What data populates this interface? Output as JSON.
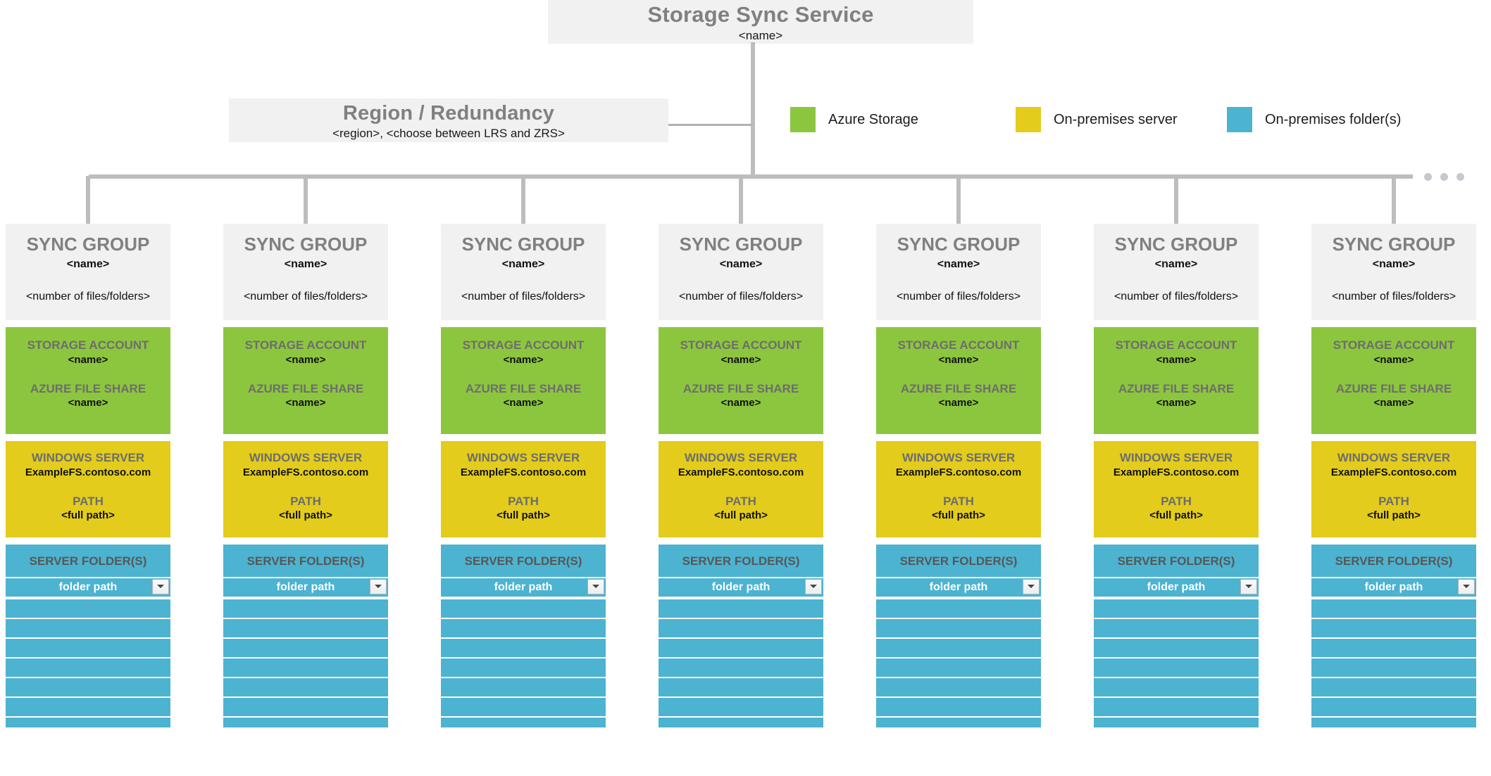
{
  "root": {
    "title": "Storage Sync Service",
    "subtitle": "<name>"
  },
  "region": {
    "title": "Region / Redundancy",
    "subtitle": "<region>, <choose between LRS and ZRS>"
  },
  "legend": {
    "items": [
      {
        "label": "Azure Storage",
        "color": "#8cc63f"
      },
      {
        "label": "On-premises server",
        "color": "#e3cc1c"
      },
      {
        "label": "On-premises folder(s)",
        "color": "#4cb3d1"
      }
    ]
  },
  "bus": {
    "overflow_indicator": "..."
  },
  "sync_group_template": {
    "title": "SYNC GROUP",
    "name": "<name>",
    "file_count": "<number of files/folders>",
    "storage": {
      "account_label": "STORAGE ACCOUNT",
      "account_value": "<name>",
      "file_share_label": "AZURE FILE SHARE",
      "file_share_value": "<name>"
    },
    "server": {
      "server_label": "WINDOWS SERVER",
      "server_value": "ExampleFS.contoso.com",
      "path_label": "PATH",
      "path_value": "<full path>"
    },
    "folders": {
      "label": "SERVER FOLDER(S)",
      "selected_path": "folder path",
      "empty_row_count": 7
    }
  },
  "columns": [
    {
      "title": "SYNC GROUP",
      "name": "<name>",
      "file_count": "<number of files/folders>",
      "account_label": "STORAGE ACCOUNT",
      "account_value": "<name>",
      "file_share_label": "AZURE FILE SHARE",
      "file_share_value": "<name>",
      "server_label": "WINDOWS SERVER",
      "server_value": "ExampleFS.contoso.com",
      "path_label": "PATH",
      "path_value": "<full path>",
      "folders_label": "SERVER FOLDER(S)",
      "folder_path": "folder path"
    },
    {
      "title": "SYNC GROUP",
      "name": "<name>",
      "file_count": "<number of files/folders>",
      "account_label": "STORAGE ACCOUNT",
      "account_value": "<name>",
      "file_share_label": "AZURE FILE SHARE",
      "file_share_value": "<name>",
      "server_label": "WINDOWS SERVER",
      "server_value": "ExampleFS.contoso.com",
      "path_label": "PATH",
      "path_value": "<full path>",
      "folders_label": "SERVER FOLDER(S)",
      "folder_path": "folder path"
    },
    {
      "title": "SYNC GROUP",
      "name": "<name>",
      "file_count": "<number of files/folders>",
      "account_label": "STORAGE ACCOUNT",
      "account_value": "<name>",
      "file_share_label": "AZURE FILE SHARE",
      "file_share_value": "<name>",
      "server_label": "WINDOWS SERVER",
      "server_value": "ExampleFS.contoso.com",
      "path_label": "PATH",
      "path_value": "<full path>",
      "folders_label": "SERVER FOLDER(S)",
      "folder_path": "folder path"
    },
    {
      "title": "SYNC GROUP",
      "name": "<name>",
      "file_count": "<number of files/folders>",
      "account_label": "STORAGE ACCOUNT",
      "account_value": "<name>",
      "file_share_label": "AZURE FILE SHARE",
      "file_share_value": "<name>",
      "server_label": "WINDOWS SERVER",
      "server_value": "ExampleFS.contoso.com",
      "path_label": "PATH",
      "path_value": "<full path>",
      "folders_label": "SERVER FOLDER(S)",
      "folder_path": "folder path"
    },
    {
      "title": "SYNC GROUP",
      "name": "<name>",
      "file_count": "<number of files/folders>",
      "account_label": "STORAGE ACCOUNT",
      "account_value": "<name>",
      "file_share_label": "AZURE FILE SHARE",
      "file_share_value": "<name>",
      "server_label": "WINDOWS SERVER",
      "server_value": "ExampleFS.contoso.com",
      "path_label": "PATH",
      "path_value": "<full path>",
      "folders_label": "SERVER FOLDER(S)",
      "folder_path": "folder path"
    },
    {
      "title": "SYNC GROUP",
      "name": "<name>",
      "file_count": "<number of files/folders>",
      "account_label": "STORAGE ACCOUNT",
      "account_value": "<name>",
      "file_share_label": "AZURE FILE SHARE",
      "file_share_value": "<name>",
      "server_label": "WINDOWS SERVER",
      "server_value": "ExampleFS.contoso.com",
      "path_label": "PATH",
      "path_value": "<full path>",
      "folders_label": "SERVER FOLDER(S)",
      "folder_path": "folder path"
    },
    {
      "title": "SYNC GROUP",
      "name": "<name>",
      "file_count": "<number of files/folders>",
      "account_label": "STORAGE ACCOUNT",
      "account_value": "<name>",
      "file_share_label": "AZURE FILE SHARE",
      "file_share_value": "<name>",
      "server_label": "WINDOWS SERVER",
      "server_value": "ExampleFS.contoso.com",
      "path_label": "PATH",
      "path_value": "<full path>",
      "folders_label": "SERVER FOLDER(S)",
      "folder_path": "folder path"
    }
  ],
  "colors": {
    "azure_storage": "#8cc63f",
    "on_prem_server": "#e3cc1c",
    "on_prem_folders": "#4cb3d1",
    "box_gray": "#f1f1f1",
    "title_gray": "#808080",
    "line_gray": "#bdbdbd"
  }
}
